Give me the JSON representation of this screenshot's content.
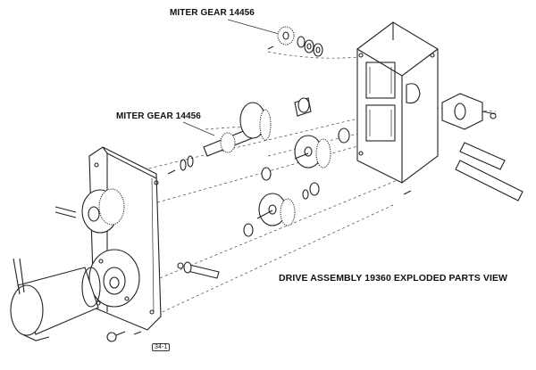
{
  "labels": {
    "miter_gear_top": "MITER GEAR 14456",
    "miter_gear_mid": "MITER GEAR 14456",
    "title": "DRIVE ASSEMBLY 19360 EXPLODED PARTS VIEW",
    "ref_tag": "34-1"
  },
  "colors": {
    "line": "#222222",
    "background": "#ffffff"
  }
}
